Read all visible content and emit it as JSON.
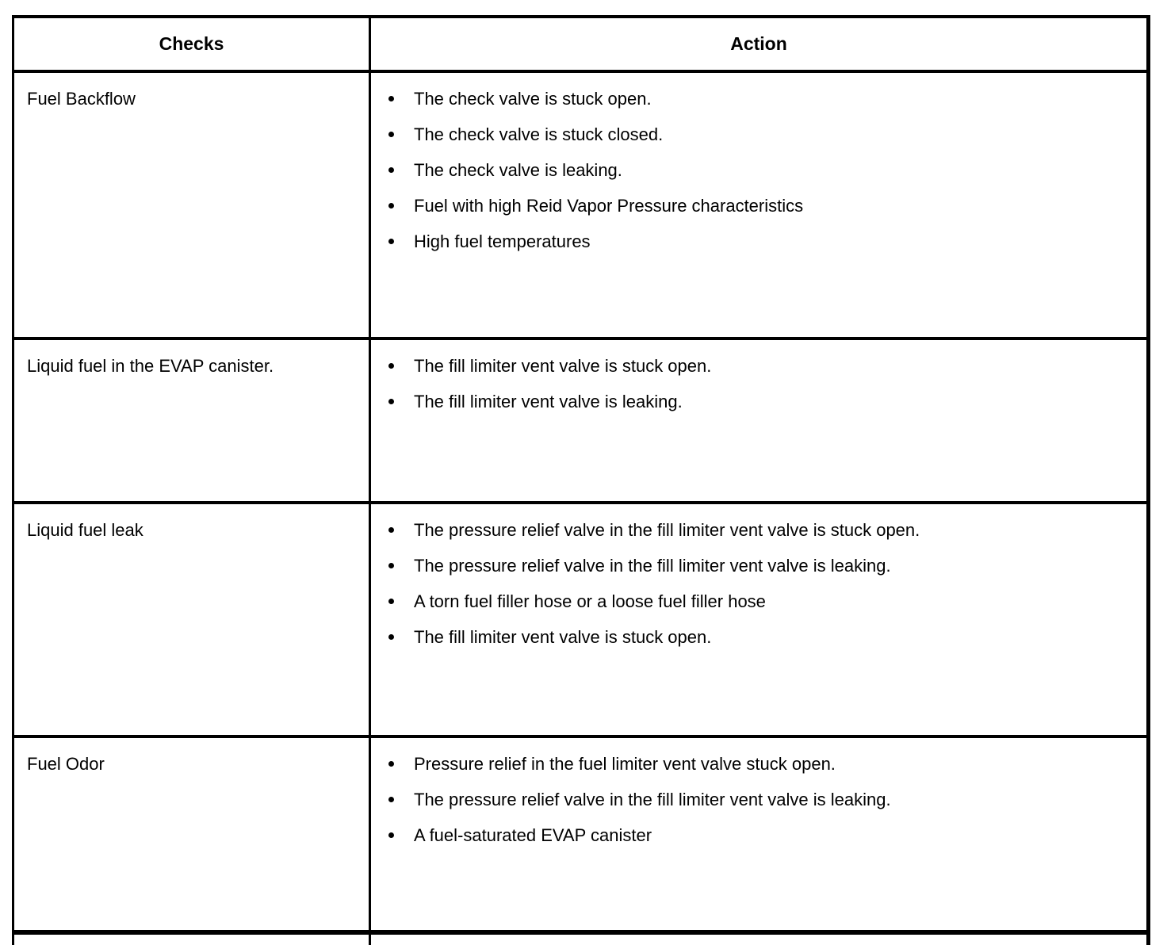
{
  "colors": {
    "border": "#000000",
    "text": "#000000",
    "background": "#ffffff"
  },
  "table": {
    "columns": [
      {
        "label": "Checks"
      },
      {
        "label": "Action"
      }
    ],
    "rows": [
      {
        "check": "Fuel Backflow",
        "actions": [
          "The check valve is stuck open.",
          "The check valve is stuck closed.",
          "The check valve is leaking.",
          "Fuel with high Reid Vapor Pressure characteristics",
          "High fuel temperatures"
        ]
      },
      {
        "check": "Liquid fuel in the EVAP canister.",
        "actions": [
          "The fill limiter vent valve is stuck open.",
          "The fill limiter vent valve is leaking."
        ]
      },
      {
        "check": "Liquid fuel leak",
        "actions": [
          "The pressure relief valve in the fill limiter vent valve is stuck open.",
          "The pressure relief valve in the fill limiter vent valve is leaking.",
          "A torn fuel filler hose or a loose fuel filler hose",
          "The fill limiter vent valve is stuck open."
        ]
      },
      {
        "check": "Fuel Odor",
        "actions": [
          "Pressure relief in the fuel limiter vent valve stuck open.",
          "The pressure relief valve in the fill limiter vent valve is leaking.",
          "A fuel-saturated EVAP canister"
        ]
      }
    ]
  }
}
